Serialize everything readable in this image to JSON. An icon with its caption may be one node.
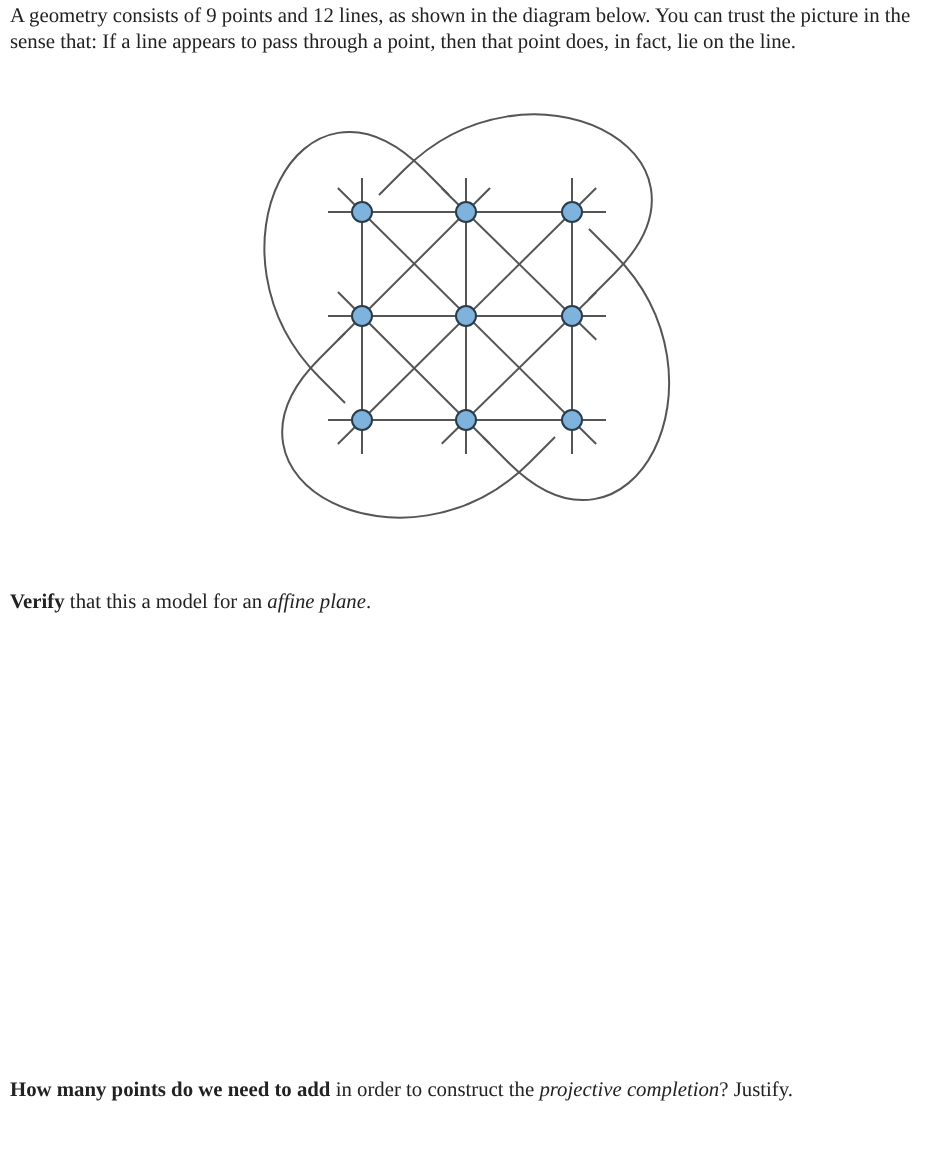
{
  "diagram": {
    "labels": [
      "A geometry consists of 9 points and 12 lines, as shown in the diagram below. You can trust the picture in the sense that: If a line appears to pass through a point, then that point does, in fact, lie on the line.",
      "**Verify** that this a model for an *affine plane*.",
      "**How many points do we need to add** in order to construct the *projective completion*? Justify."
    ]
  }
}
